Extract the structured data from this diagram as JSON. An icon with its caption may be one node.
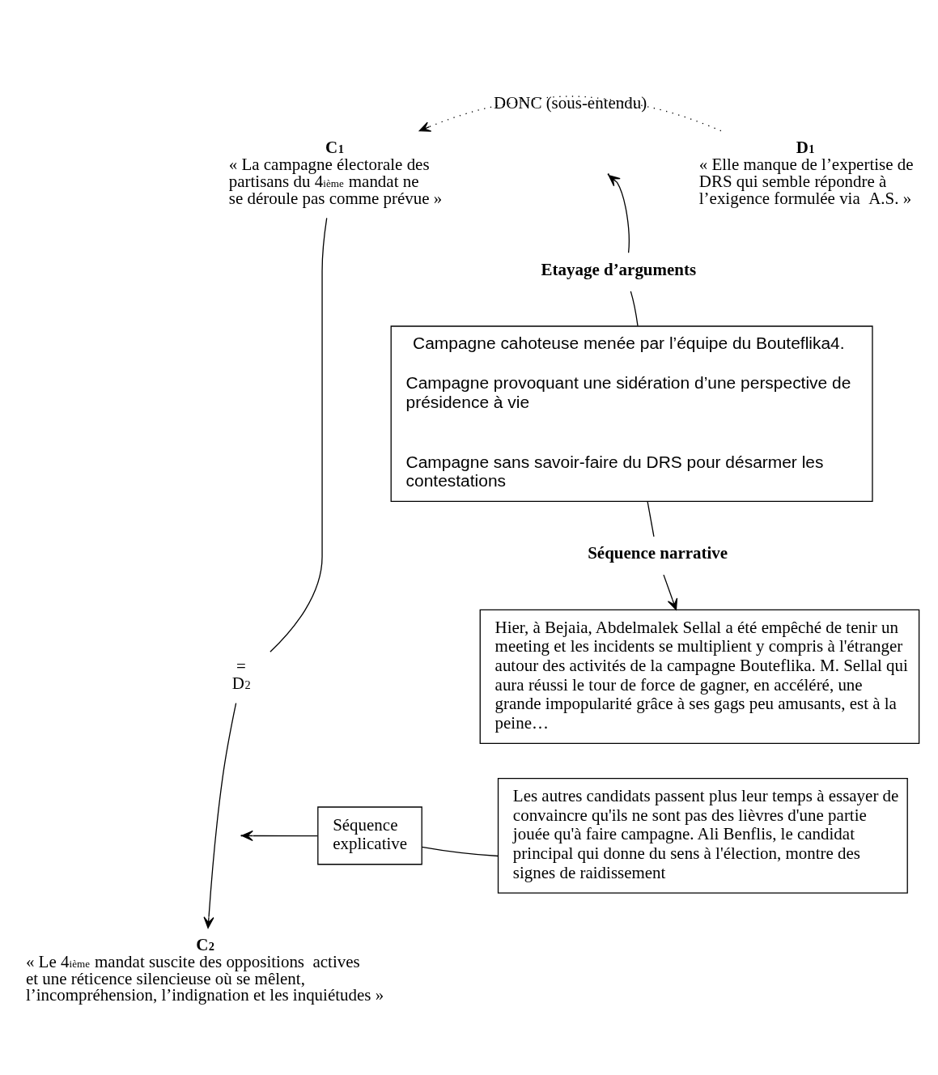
{
  "diagram": {
    "nodes": [
      {
        "text": [
          "C$_{1}$",
          "« La campagne électorale des partisans du 4$^{ième}$ mandat ne se déroule pas comme prévue »"
        ]
      },
      {
        "text": [
          "D$_{1}$",
          "« Elle manque de l’expertise de DRS qui semble répondre à l’exigence formulée via  A.S. »"
        ]
      },
      {
        "text": [
          "Etayage d’arguments"
        ]
      },
      {
        "text": [
          "Campagne cahoteuse menée par l’équipe du Bouteflika4.",
          "Campagne provoquant une sidération d’une perspective de présidence à vie",
          "Campagne sans savoir-faire du DRS pour désarmer les contestations"
        ]
      },
      {
        "text": [
          "Séquence narrative"
        ]
      },
      {
        "text": [
          "Hier, à Bejaia, Abdelmalek Sellal a été empêché de tenir un meeting et les incidents se multiplient y compris à l'étranger autour des activités de la campagne Bouteflika. M. Sellal qui aura réussi le tour de force de gagner, en accéléré, une grande impopularité grâce à ses gags peu amusants, est à la peine…"
        ]
      },
      {
        "text": [
          "Séquence explicative"
        ]
      },
      {
        "text": [
          "Les autres candidats passent plus leur temps à essayer de convaincre qu'ils ne sont pas des lièvres d'une partie jouée qu'à faire campagne. Ali Benflis, le candidat principal qui donne du sens à l'élection, montre des signes de raidissement"
        ]
      },
      {
        "text": [
          "=",
          "D$_{2}$"
        ]
      },
      {
        "text": [
          "C$_{2}$",
          "« Le 4$^{ième}$ mandat suscite des oppositions  actives et une réticence silencieuse où se mêlent, l’incompréhension, l’indignation et les inquiétudes »"
        ]
      }
    ],
    "edges": [
      {
        "from": 1,
        "to": 0,
        "arrow": "to",
        "label": "DONC (sous-entendu)",
        "style": "dashed"
      },
      {
        "from": 2,
        "to": null,
        "arrow": "to"
      },
      {
        "from": 3,
        "to": 2,
        "arrow": "none"
      },
      {
        "from": 3,
        "to": 4,
        "arrow": "none"
      },
      {
        "from": 4,
        "to": 5,
        "arrow": "to"
      },
      {
        "from": 7,
        "to": 6,
        "arrow": "none"
      },
      {
        "from": 6,
        "to": null,
        "arrow": "to"
      },
      {
        "from": 0,
        "to": 8,
        "arrow": "none"
      },
      {
        "from": 8,
        "to": 9,
        "arrow": "to"
      }
    ]
  }
}
